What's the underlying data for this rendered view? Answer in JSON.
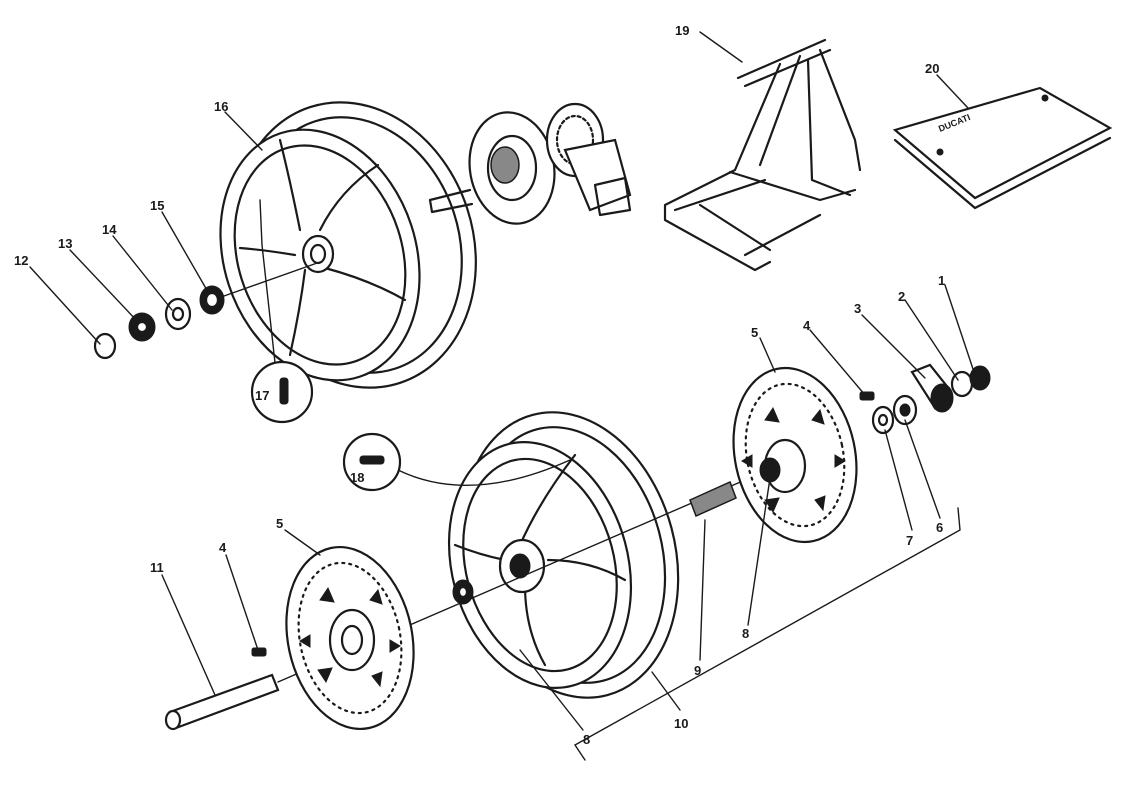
{
  "callouts": {
    "c1": "1",
    "c2": "2",
    "c3": "3",
    "c4a": "4",
    "c4b": "4",
    "c5a": "5",
    "c5b": "5",
    "c6": "6",
    "c7": "7",
    "c8a": "8",
    "c8b": "8",
    "c9": "9",
    "c10": "10",
    "c11": "11",
    "c12": "12",
    "c13": "13",
    "c14": "14",
    "c15": "15",
    "c16": "16",
    "c17": "17",
    "c18": "18",
    "c19": "19",
    "c20": "20"
  },
  "cover_text": "DUCATI",
  "colors": {
    "ink": "#1a1a1a",
    "paper": "#ffffff"
  }
}
